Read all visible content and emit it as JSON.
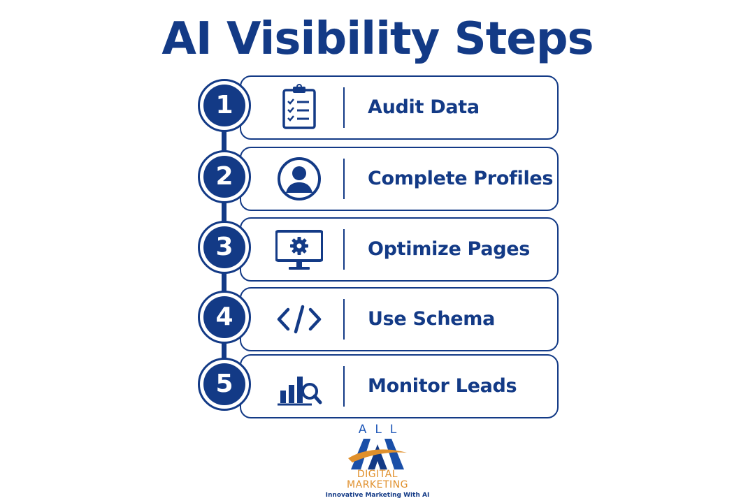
{
  "title": "AI Visibility Steps",
  "steps": [
    {
      "number": "1",
      "label": "Audit Data",
      "icon": "clipboard-checklist-icon"
    },
    {
      "number": "2",
      "label": "Complete Profiles",
      "icon": "user-profile-icon"
    },
    {
      "number": "3",
      "label": "Optimize Pages",
      "icon": "monitor-gear-icon"
    },
    {
      "number": "4",
      "label": "Use Schema",
      "icon": "code-brackets-icon"
    },
    {
      "number": "5",
      "label": "Monitor Leads",
      "icon": "bar-chart-magnifier-icon"
    }
  ],
  "logo": {
    "top_text": "ALL",
    "word1": "DIGITAL",
    "word2": "MARKETING",
    "tagline": "Innovative Marketing With AI"
  },
  "colors": {
    "primary": "#133a86",
    "logo_orange": "#e0902c",
    "logo_blue": "#1e57b8"
  }
}
